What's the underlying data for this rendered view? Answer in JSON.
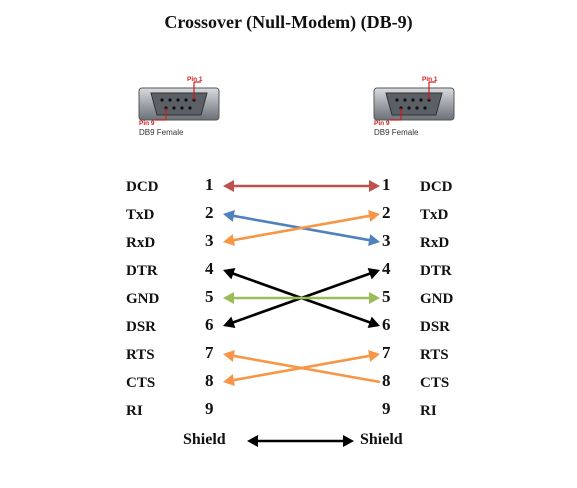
{
  "title": "Crossover (Null-Modem) (DB-9)",
  "connectors": {
    "pin_top_label": "Pin 1",
    "pin_bottom_label": "Pin 9",
    "caption": "DB9 Female"
  },
  "rows": [
    {
      "left_signal": "DCD",
      "left_pin": "1",
      "right_pin": "1",
      "right_signal": "DCD"
    },
    {
      "left_signal": "TxD",
      "left_pin": "2",
      "right_pin": "2",
      "right_signal": "TxD"
    },
    {
      "left_signal": "RxD",
      "left_pin": "3",
      "right_pin": "3",
      "right_signal": "RxD"
    },
    {
      "left_signal": "DTR",
      "left_pin": "4",
      "right_pin": "4",
      "right_signal": "DTR"
    },
    {
      "left_signal": "GND",
      "left_pin": "5",
      "right_pin": "5",
      "right_signal": "GND"
    },
    {
      "left_signal": "DSR",
      "left_pin": "6",
      "right_pin": "6",
      "right_signal": "DSR"
    },
    {
      "left_signal": "RTS",
      "left_pin": "7",
      "right_pin": "7",
      "right_signal": "RTS"
    },
    {
      "left_signal": "CTS",
      "left_pin": "8",
      "right_pin": "8",
      "right_signal": "CTS"
    },
    {
      "left_signal": "RI",
      "left_pin": "9",
      "right_pin": "9",
      "right_signal": "RI"
    }
  ],
  "shield": {
    "left": "Shield",
    "right": "Shield"
  },
  "connections": [
    {
      "from": 1,
      "to": 1,
      "color": "#c0504d",
      "heads": "both"
    },
    {
      "from": 2,
      "to": 3,
      "color": "#4f81bd",
      "heads": "both"
    },
    {
      "from": 3,
      "to": 2,
      "color": "#f79646",
      "heads": "both"
    },
    {
      "from": 4,
      "to": 6,
      "color": "#000000",
      "heads": "both"
    },
    {
      "from": 6,
      "to": 4,
      "color": "#000000",
      "heads": "both"
    },
    {
      "from": 5,
      "to": 5,
      "color": "#9bbb59",
      "heads": "both"
    },
    {
      "from": 7,
      "to": 8,
      "color": "#f79646",
      "heads": "start"
    },
    {
      "from": 8,
      "to": 7,
      "color": "#f79646",
      "heads": "both"
    }
  ],
  "shield_connection": {
    "color": "#000000"
  }
}
